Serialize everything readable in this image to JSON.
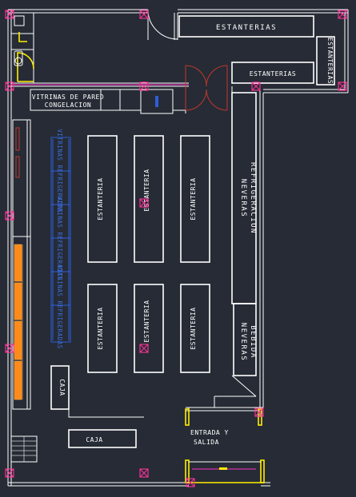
{
  "labels": {
    "estanterias_top": "ESTANTERIAS",
    "estanterias_right_vertical": "ESTANTERIAS",
    "estanterias_mid": "ESTANTERIAS",
    "vitrinas_pared_line1": "VITRINAS DE PARED",
    "vitrinas_pared_line2": "CONGELACION",
    "vitrinas_refrigeradas": "VITRINAS REFRIGERADAS",
    "estanteria": "ESTANTERIA",
    "neveras_refrigeracion_line1": "NEVERAS",
    "neveras_refrigeracion_line2": "REFRIGERACION",
    "neveras_bebida_line1": "NEVERAS",
    "neveras_bebida_line2": "BEBIDA",
    "caja": "CAJA",
    "entrada_line1": "ENTRADA Y",
    "entrada_line2": "SALIDA"
  },
  "colors": {
    "background": "#262b35",
    "walls": "#ffffff",
    "columns": "#ff3399",
    "refrigerated": "#2e5fd8",
    "doors": "#ffee00",
    "orange_shelf": "#ff8a1a"
  }
}
